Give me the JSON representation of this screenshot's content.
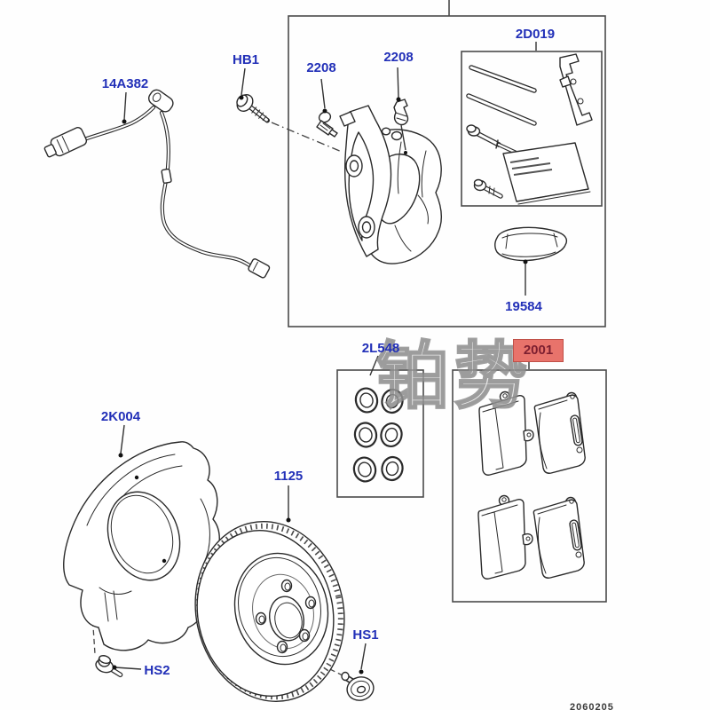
{
  "watermark": {
    "text": "铂势"
  },
  "doc_number": "2060205",
  "colors": {
    "label_blue": "#2230b8",
    "highlight_bg": "#e8736b",
    "highlight_border": "#c05048",
    "highlight_text": "#7c1f30",
    "line": "#2a2a2a"
  },
  "parts": {
    "wear_sensor": {
      "label": "14A382"
    },
    "caliper_bolt": {
      "label": "HB1"
    },
    "sensor_left": {
      "label": "2208"
    },
    "sensor_right": {
      "label": "2208"
    },
    "hardware_kit": {
      "label": "2D019"
    },
    "grease_sachet": {
      "label": "19584"
    },
    "seal_kit": {
      "label": "2L548"
    },
    "brake_pads": {
      "label": "2001",
      "highlighted": true
    },
    "splash_shield": {
      "label": "2K004"
    },
    "brake_disc": {
      "label": "1125"
    },
    "disc_screw": {
      "label": "HS1"
    },
    "shield_bolt": {
      "label": "HS2"
    }
  }
}
